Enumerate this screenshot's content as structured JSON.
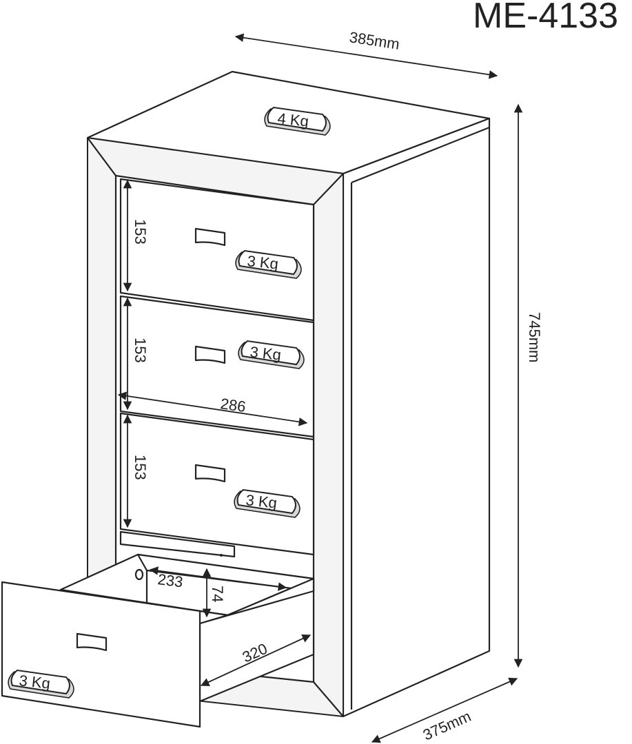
{
  "model_code": "ME-4133",
  "dimensions": {
    "width": "385mm",
    "height": "745mm",
    "depth": "375mm"
  },
  "drawers": {
    "front_height": "153",
    "front_width": "286",
    "inner_width": "233",
    "inner_height": "74",
    "inner_depth": "320"
  },
  "loads": {
    "top": "4 Kg",
    "drawer_1": "3 Kg",
    "drawer_2": "3 Kg",
    "drawer_3": "3 Kg",
    "drawer_open": "3 Kg"
  }
}
